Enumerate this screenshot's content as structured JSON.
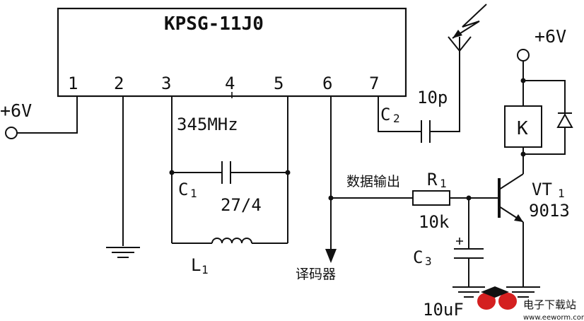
{
  "chip": {
    "name": "KPSG-11J0"
  },
  "pins": [
    "1",
    "2",
    "3",
    "4",
    "5",
    "6",
    "7"
  ],
  "power": {
    "left": "+6V",
    "right": "+6V"
  },
  "frequency": "345MHz",
  "components": {
    "c1": {
      "label": "C",
      "sub": "1",
      "value": "27/4"
    },
    "c2": {
      "label": "C",
      "sub": "2",
      "value": "10p"
    },
    "c3": {
      "label": "C",
      "sub": "3",
      "value": "10uF"
    },
    "l1": {
      "label": "L",
      "sub": "1"
    },
    "r1": {
      "label": "R",
      "sub": "1",
      "value": "10k"
    },
    "vt1": {
      "label": "VT",
      "sub": "1",
      "model": "9013"
    },
    "relay": {
      "label": "K"
    }
  },
  "labels": {
    "data_output": "数据输出",
    "decoder": "译码器"
  },
  "watermark": {
    "brand": "电子下载站",
    "url": "www.eeworm.com"
  }
}
